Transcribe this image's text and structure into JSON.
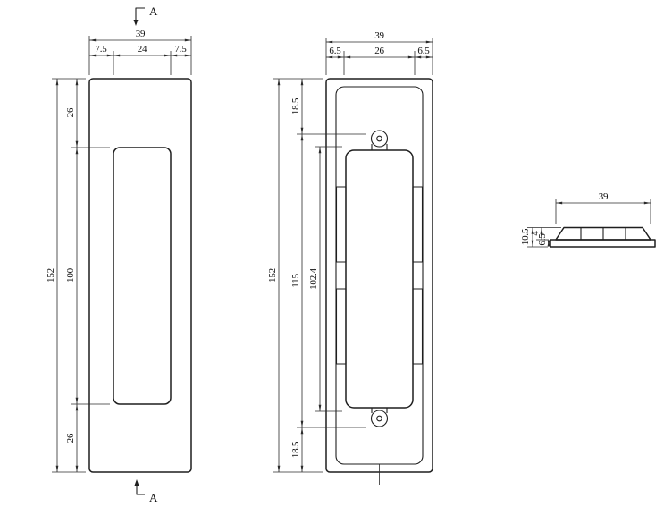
{
  "drawing": {
    "front_view": {
      "section_marker_top": "A",
      "section_marker_bottom": "A",
      "width_total": "39",
      "width_segments": [
        "7.5",
        "24",
        "7.5"
      ],
      "height_total": "152",
      "height_segments": [
        "26",
        "100",
        "26"
      ]
    },
    "back_view": {
      "width_total": "39",
      "width_segments": [
        "6.5",
        "26",
        "6.5"
      ],
      "height_total": "152",
      "height_chain": [
        "18.5",
        "115",
        "18.5"
      ],
      "inner_height": "102.4"
    },
    "side_view": {
      "width_total": "39",
      "height_total": "10.5",
      "height_segments": [
        "4",
        "6.5"
      ]
    },
    "colors": {
      "line": "#1e1e1e",
      "dimension": "#2b2b2b",
      "background": "#ffffff"
    }
  }
}
